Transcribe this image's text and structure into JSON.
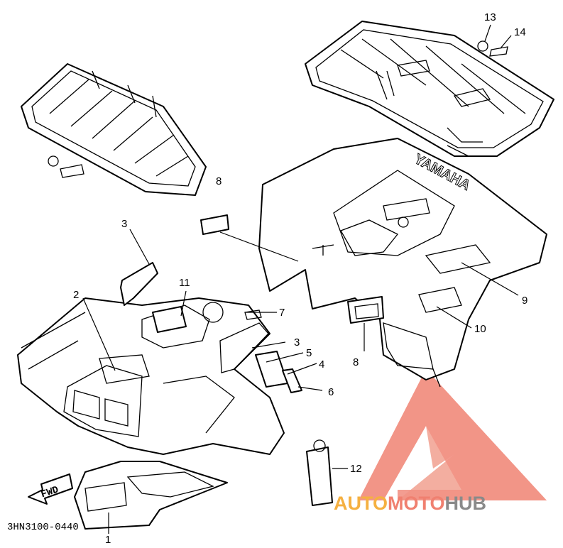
{
  "diagram": {
    "drawing_code": "3HN3100-0440",
    "fender_emblem": "YAMAHA",
    "direction_arrow": "FWD",
    "callouts": [
      {
        "id": "c1",
        "label": "1"
      },
      {
        "id": "c2",
        "label": "2"
      },
      {
        "id": "c3a",
        "label": "3"
      },
      {
        "id": "c3b",
        "label": "3"
      },
      {
        "id": "c4",
        "label": "4"
      },
      {
        "id": "c5",
        "label": "5"
      },
      {
        "id": "c6",
        "label": "6"
      },
      {
        "id": "c7",
        "label": "7"
      },
      {
        "id": "c8a",
        "label": "8"
      },
      {
        "id": "c8b",
        "label": "8"
      },
      {
        "id": "c9",
        "label": "9"
      },
      {
        "id": "c10",
        "label": "10"
      },
      {
        "id": "c11",
        "label": "11"
      },
      {
        "id": "c12",
        "label": "12"
      },
      {
        "id": "c13",
        "label": "13"
      },
      {
        "id": "c14",
        "label": "14"
      }
    ]
  },
  "watermark": {
    "part1": "AUTO",
    "part2": "MOTO",
    "part3": "HUB",
    "color_primary": "#f08070",
    "color_secondary": "#f5b041",
    "color_tertiary": "#8a8a8a"
  }
}
